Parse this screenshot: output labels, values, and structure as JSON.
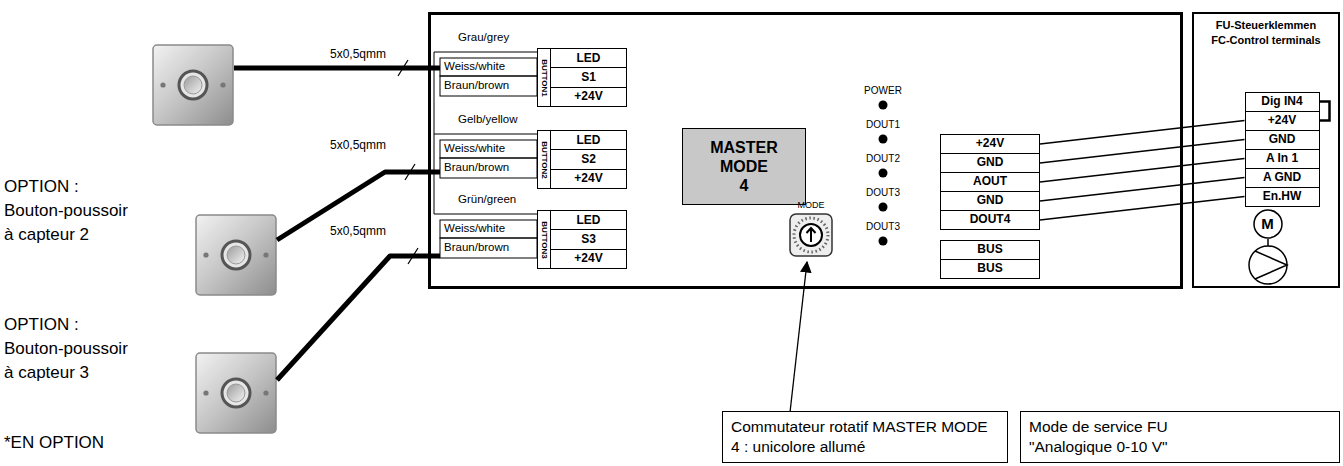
{
  "diagram": {
    "nodes": [
      {
        "text": [
          "BUTTON1"
        ]
      },
      {
        "text": [
          "LED"
        ],
        "in": 0
      },
      {
        "text": [
          "S1"
        ],
        "in": 0
      },
      {
        "text": [
          "+24V"
        ],
        "in": 0
      },
      {
        "text": [
          "BUTTON2"
        ]
      },
      {
        "text": [
          "LED"
        ],
        "in": 4
      },
      {
        "text": [
          "S2"
        ],
        "in": 4
      },
      {
        "text": [
          "+24V"
        ],
        "in": 4
      },
      {
        "text": [
          "BUTTON3"
        ]
      },
      {
        "text": [
          "LED"
        ],
        "in": 8
      },
      {
        "text": [
          "S3"
        ],
        "in": 8
      },
      {
        "text": [
          "+24V"
        ],
        "in": 8
      },
      {
        "text": [
          "MASTER MODE 4"
        ]
      },
      {
        "text": [
          "+24V"
        ]
      },
      {
        "text": [
          "GND"
        ]
      },
      {
        "text": [
          "AOUT"
        ]
      },
      {
        "text": [
          "GND"
        ]
      },
      {
        "text": [
          "DOUT4"
        ]
      },
      {
        "text": [
          "BUS"
        ]
      },
      {
        "text": [
          "BUS"
        ]
      },
      {
        "text": [
          "FU-Steuerklemmen",
          "FC-Control terminals"
        ]
      },
      {
        "text": [
          "Dig IN4"
        ],
        "in": 20
      },
      {
        "text": [
          "+24V"
        ],
        "in": 20
      },
      {
        "text": [
          "GND"
        ],
        "in": 20
      },
      {
        "text": [
          "A In 1"
        ],
        "in": 20
      },
      {
        "text": [
          "A GND"
        ],
        "in": 20
      },
      {
        "text": [
          "En.HW"
        ],
        "in": 20
      },
      {
        "text": [
          "M"
        ],
        "in": 20
      },
      {
        "text": [
          "Commutateur rotatif MASTER MODE 4 : unicolore allumé"
        ]
      },
      {
        "text": [
          "Mode de service FU \"Analogique 0-10 V\""
        ]
      }
    ],
    "edges": [
      {
        "from": 13,
        "to": 22,
        "arrow": "none"
      },
      {
        "from": 14,
        "to": 23,
        "arrow": "none"
      },
      {
        "from": 15,
        "to": 24,
        "arrow": "none"
      },
      {
        "from": 16,
        "to": 25,
        "arrow": "none"
      },
      {
        "from": 17,
        "to": 26,
        "arrow": "none"
      },
      {
        "from": 21,
        "to": 22,
        "arrow": "none"
      }
    ],
    "labels": [
      "5x0,5qmm",
      "5x0,5qmm",
      "5x0,5qmm",
      "OPTION : Bouton-poussoir à capteur 2",
      "OPTION : Bouton-poussoir à capteur 3",
      "*EN OPTION",
      "Grau/grey",
      "Weiss/white",
      "Braun/brown",
      "Gelb/yellow",
      "Weiss/white",
      "Braun/brown",
      "Grün/green",
      "Weiss/white",
      "Braun/brown",
      "POWER",
      "DOUT1",
      "DOUT2",
      "DOUT3",
      "DOUT3",
      "MODE"
    ]
  }
}
